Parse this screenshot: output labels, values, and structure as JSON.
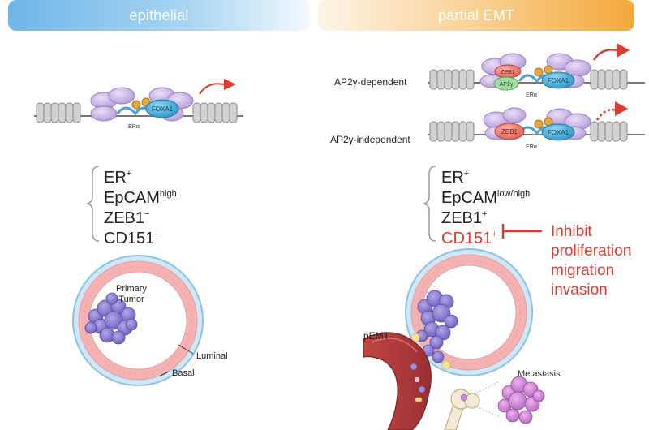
{
  "headers": {
    "left": "epithelial",
    "right": "partial EMT"
  },
  "left": {
    "receptor_label": "ERα",
    "foxa1_label": "FOXA1",
    "markers": [
      {
        "base": "ER",
        "sup": "+"
      },
      {
        "base": "EpCAM",
        "sup": "high"
      },
      {
        "base": "ZEB1",
        "sup": "−"
      },
      {
        "base": "CD151",
        "sup": "−"
      }
    ],
    "tumor_label_line1": "Primary",
    "tumor_label_line2": "Tumor",
    "luminal_label": "Luminal",
    "basal_label": "Basal"
  },
  "right": {
    "row1_label": "AP2γ-dependent",
    "row2_label": "AP2γ-independent",
    "zeb1_label": "ZEB1",
    "ap2_label": "AP2γ",
    "foxa1_label": "FOXA1",
    "receptor_label": "ERα",
    "markers": [
      {
        "base": "ER",
        "sup": "+"
      },
      {
        "base": "EpCAM",
        "sup": "low/high"
      },
      {
        "base": "ZEB1",
        "sup": "+"
      },
      {
        "base": "CD151",
        "sup": "+"
      }
    ],
    "inhibit_lines": [
      "Inhibit",
      "proliferation",
      "migration",
      "invasion"
    ],
    "pemt_label": "pEMT",
    "metastasis_label": "Metastasis"
  },
  "colors": {
    "red": "#e03a2f",
    "purple_protein": "#c9b3e8",
    "foxa1_blue": "#38a8d6",
    "zeb1_red": "#ef7064",
    "ap2_green": "#a3dca3",
    "tumor_purple": "#8d7ed0",
    "luminal_pink": "#f5b7b7",
    "basal_blue": "#bfe0f5"
  }
}
